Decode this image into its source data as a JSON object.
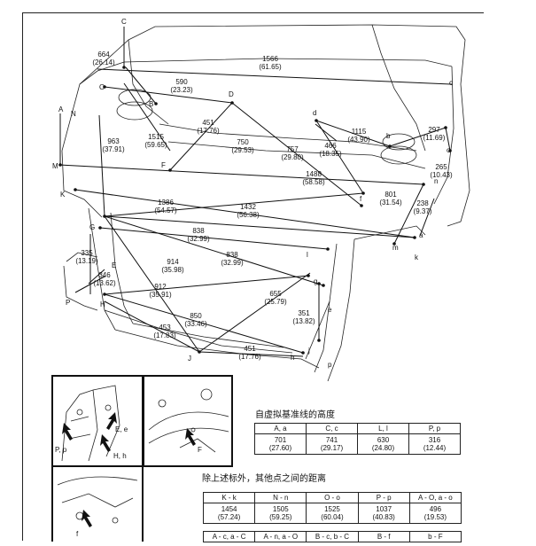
{
  "point_labels": {
    "C": "C",
    "A": "A",
    "N": "N",
    "O": "O",
    "B": "B",
    "D": "D",
    "M": "M",
    "K": "K",
    "F": "F",
    "d": "d",
    "b": "b",
    "c": "c",
    "o": "o",
    "n": "n",
    "a": "a",
    "f": "f",
    "m": "m",
    "k": "k",
    "G": "G",
    "E": "E",
    "P": "P",
    "H": "H",
    "l": "l",
    "g": "g",
    "e": "e",
    "J": "J",
    "h": "h",
    "j": "j",
    "p": "p"
  },
  "dimensions": [
    {
      "id": "d664",
      "mm": "664",
      "in": "(26.14)"
    },
    {
      "id": "d590",
      "mm": "590",
      "in": "(23.23)"
    },
    {
      "id": "d1566",
      "mm": "1566",
      "in": "(61.65)"
    },
    {
      "id": "d963",
      "mm": "963",
      "in": "(37.91)"
    },
    {
      "id": "d1515",
      "mm": "1515",
      "in": "(59.65)"
    },
    {
      "id": "d451a",
      "mm": "451",
      "in": "(17.76)"
    },
    {
      "id": "d750",
      "mm": "750",
      "in": "(29.53)"
    },
    {
      "id": "d757",
      "mm": "757",
      "in": "(29.80)"
    },
    {
      "id": "d466",
      "mm": "466",
      "in": "(18.35)"
    },
    {
      "id": "d1115",
      "mm": "1115",
      "in": "(43.90)"
    },
    {
      "id": "d297",
      "mm": "297",
      "in": "(11.69)"
    },
    {
      "id": "d265",
      "mm": "265",
      "in": "(10.43)"
    },
    {
      "id": "d1488",
      "mm": "1488",
      "in": "(58.58)"
    },
    {
      "id": "d801",
      "mm": "801",
      "in": "(31.54)"
    },
    {
      "id": "d238",
      "mm": "238",
      "in": "(9.37)"
    },
    {
      "id": "d1386",
      "mm": "1386",
      "in": "(54.57)"
    },
    {
      "id": "d1432",
      "mm": "1432",
      "in": "(56.38)"
    },
    {
      "id": "d838a",
      "mm": "838",
      "in": "(32.99)"
    },
    {
      "id": "d838b",
      "mm": "838",
      "in": "(32.99)"
    },
    {
      "id": "d335",
      "mm": "335",
      "in": "(13.19)"
    },
    {
      "id": "d914",
      "mm": "914",
      "in": "(35.98)"
    },
    {
      "id": "d346",
      "mm": "346",
      "in": "(13.62)"
    },
    {
      "id": "d912",
      "mm": "912",
      "in": "(35.91)"
    },
    {
      "id": "d655",
      "mm": "655",
      "in": "(25.79)"
    },
    {
      "id": "d850",
      "mm": "850",
      "in": "(33.46)"
    },
    {
      "id": "d351",
      "mm": "351",
      "in": "(13.82)"
    },
    {
      "id": "d453",
      "mm": "453",
      "in": "(17.83)"
    },
    {
      "id": "d451b",
      "mm": "451",
      "in": "(17.76)"
    }
  ],
  "insets": {
    "left_labels": [
      "P, p",
      "E, e",
      "H, h"
    ],
    "right_label": "F",
    "bottom_label": "f"
  },
  "table1": {
    "caption": "自虚拟基准线的高度",
    "headers": [
      "A, a",
      "C, c",
      "L, l",
      "P, p"
    ],
    "mm": [
      "701",
      "741",
      "630",
      "316"
    ],
    "in": [
      "(27.60)",
      "(29.17)",
      "(24.80)",
      "(12.44)"
    ]
  },
  "table2": {
    "caption": "除上述标外，其他点之间的距离",
    "headers": [
      "K - k",
      "N - n",
      "O - o",
      "P - p",
      "A - O, a - o"
    ],
    "mm": [
      "1454",
      "1505",
      "1525",
      "1037",
      "496"
    ],
    "in": [
      "(57.24)",
      "(59.25)",
      "(60.04)",
      "(40.83)",
      "(19.53)"
    ]
  },
  "table3": {
    "headers": [
      "A - c, a - C",
      "A - n, a - O",
      "B - c, b - C",
      "B - f",
      "b - F"
    ]
  }
}
